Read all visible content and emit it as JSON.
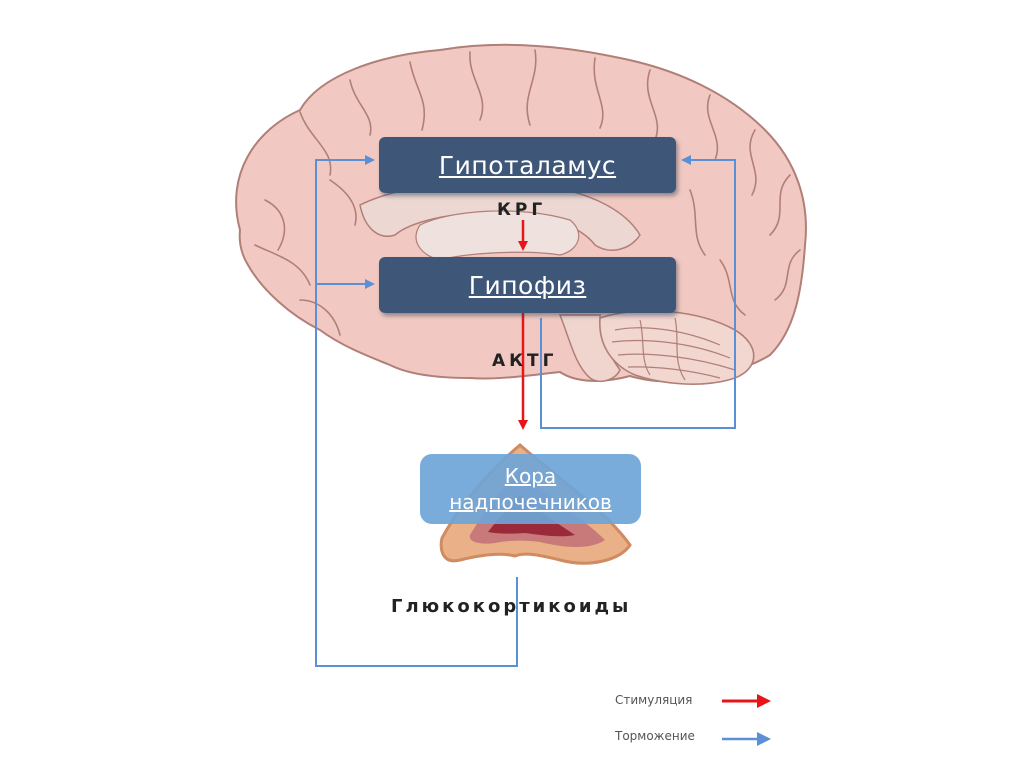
{
  "diagram": {
    "nodes": {
      "hypothalamus": "Гипоталамус",
      "pituitary": "Гипофиз",
      "adrenal_line1": "Кора",
      "adrenal_line2": "надпочечников"
    },
    "hormones": {
      "krg": "КРГ",
      "actg": "АКТГ",
      "glucocorticoids": "Глюкокортикоиды"
    },
    "legend": {
      "stimulation": "Стимуляция",
      "inhibition": "Торможение"
    },
    "colors": {
      "stimulation_arrow": "#e8141a",
      "inhibition_arrow": "#5b8fd6",
      "node_dark": "#3e5678",
      "node_light": "#6ea5d7",
      "brain": "#f2c9c2"
    }
  }
}
